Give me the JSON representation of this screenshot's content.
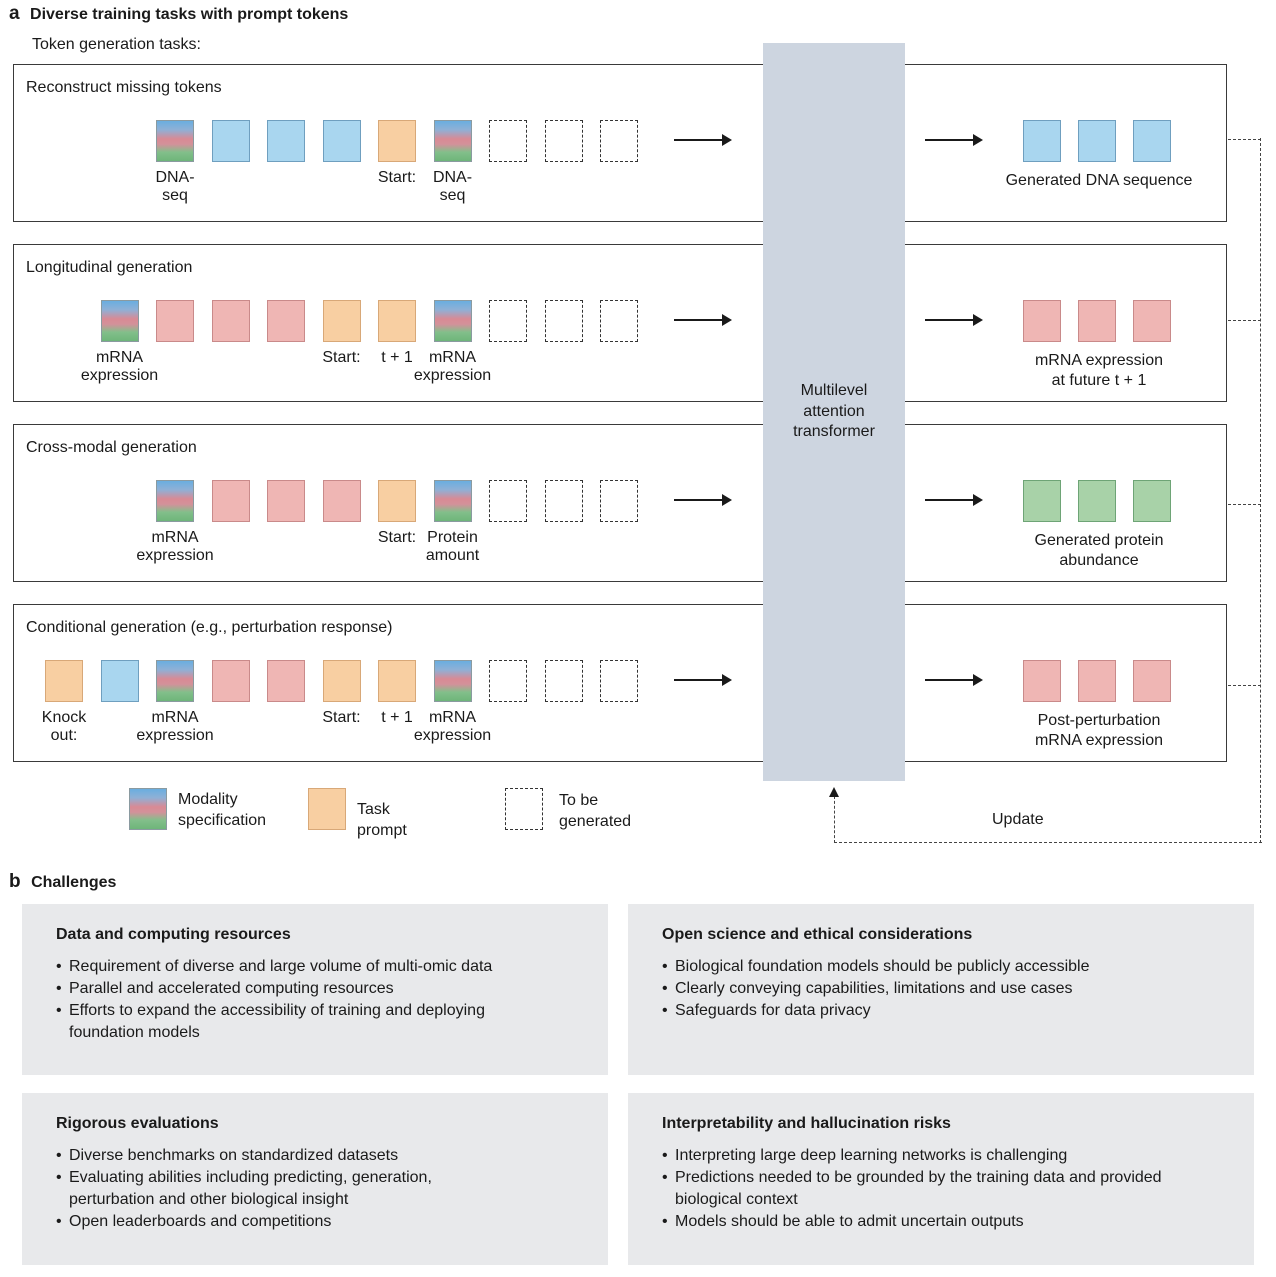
{
  "panel_a": {
    "letter": "a",
    "title": "Diverse training tasks with prompt tokens",
    "subtitle": "Token generation tasks:",
    "tasks": [
      {
        "title": "Reconstruct missing tokens",
        "tokens": [
          "modality",
          "dna",
          "dna",
          "dna",
          "prompt",
          "modality",
          "empty",
          "empty",
          "empty"
        ],
        "labels": [
          {
            "at": 0,
            "text": "DNA-\nseq"
          },
          {
            "at": 4,
            "text": "Start:"
          },
          {
            "at": 5,
            "text": "DNA-\nseq"
          }
        ],
        "outputs": [
          "dna",
          "dna",
          "dna"
        ],
        "output_label": "Generated DNA sequence"
      },
      {
        "title": "Longitudinal generation",
        "tokens": [
          "modality",
          "mrna",
          "mrna",
          "mrna",
          "prompt",
          "prompt",
          "modality",
          "empty",
          "empty",
          "empty"
        ],
        "labels": [
          {
            "at": 0,
            "text": "mRNA\nexpression"
          },
          {
            "at": 4,
            "text": "Start:"
          },
          {
            "at": 5,
            "text": "t + 1"
          },
          {
            "at": 6,
            "text": "mRNA\nexpression"
          }
        ],
        "outputs": [
          "mrna",
          "mrna",
          "mrna"
        ],
        "output_label": "mRNA expression\nat future t + 1"
      },
      {
        "title": "Cross-modal generation",
        "tokens": [
          "modality",
          "mrna",
          "mrna",
          "mrna",
          "prompt",
          "modality",
          "empty",
          "empty",
          "empty"
        ],
        "labels": [
          {
            "at": 0,
            "text": "mRNA\nexpression"
          },
          {
            "at": 4,
            "text": "Start:"
          },
          {
            "at": 5,
            "text": "Protein\namount"
          }
        ],
        "outputs": [
          "protein",
          "protein",
          "protein"
        ],
        "output_label": "Generated protein\nabundance"
      },
      {
        "title": "Conditional generation (e.g., perturbation response)",
        "tokens": [
          "prompt",
          "dna",
          "modality",
          "mrna",
          "mrna",
          "prompt",
          "prompt",
          "modality",
          "empty",
          "empty",
          "empty"
        ],
        "labels": [
          {
            "at": 0,
            "text": "Knock\nout:"
          },
          {
            "at": 2,
            "text": "mRNA\nexpression"
          },
          {
            "at": 5,
            "text": "Start:"
          },
          {
            "at": 6,
            "text": "t + 1"
          },
          {
            "at": 7,
            "text": "mRNA\nexpression"
          }
        ],
        "outputs": [
          "mrna",
          "mrna",
          "mrna"
        ],
        "output_label": "Post-perturbation\nmRNA expression"
      }
    ],
    "transformer_label": "Multilevel\nattention\ntransformer",
    "legend": {
      "modality": "Modality\nspecification",
      "prompt": "Task prompt",
      "empty": "To be\ngenerated"
    },
    "update_label": "Update",
    "colors": {
      "dna": "#a9d6ef",
      "mrna": "#efb6b4",
      "prompt": "#f8cfa2",
      "protein": "#a8d2a8",
      "transformer": "#cdd5e0"
    }
  },
  "panel_b": {
    "letter": "b",
    "title": "Challenges",
    "boxes": [
      {
        "title": "Data and computing resources",
        "items": [
          "Requirement of diverse and large volume of multi-omic data",
          "Parallel and accelerated computing resources",
          "Efforts to expand the accessibility of training and deploying foundation models"
        ]
      },
      {
        "title": "Open science and ethical considerations",
        "items": [
          "Biological foundation models should be publicly accessible",
          "Clearly conveying capabilities, limitations and use cases",
          "Safeguards for data privacy"
        ]
      },
      {
        "title": "Rigorous evaluations",
        "items": [
          "Diverse benchmarks on standardized datasets",
          "Evaluating abilities including predicting, generation, perturbation and other biological insight",
          "Open leaderboards and competitions"
        ]
      },
      {
        "title": "Interpretability and hallucination risks",
        "items": [
          "Interpreting large deep learning networks is challenging",
          "Predictions needed to be grounded by the training data and provided biological context",
          "Models should be able to admit uncertain outputs"
        ]
      }
    ]
  }
}
